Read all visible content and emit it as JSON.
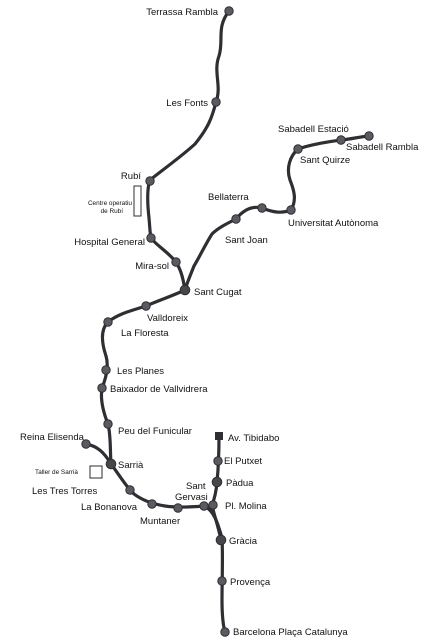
{
  "stations": {
    "terrassa_rambla": "Terrassa Rambla",
    "les_fonts": "Les Fonts",
    "rubi": "Rubí",
    "hospital_general": "Hospital General",
    "mira_sol": "Mira-sol",
    "sabadell_estacio": "Sabadell Estació",
    "sabadell_rambla": "Sabadell Rambla",
    "sant_quirze": "Sant Quirze",
    "bellaterra": "Bellaterra",
    "universitat_autonoma": "Universitat Autònoma",
    "sant_joan": "Sant Joan",
    "sant_cugat": "Sant Cugat",
    "valldoreix": "Valldoreix",
    "la_floresta": "La Floresta",
    "les_planes": "Les Planes",
    "baixador_vallvidrera": "Baixador de Vallvidrera",
    "peu_funicular": "Peu del Funicular",
    "reina_elisenda": "Reina Elisenda",
    "sarria": "Sarrià",
    "les_tres_torres": "Les Tres Torres",
    "la_bonanova": "La Bonanova",
    "muntaner": "Muntaner",
    "sant_gervasi_1": "Sant",
    "sant_gervasi_2": "Gervasi",
    "av_tibidabo": "Av. Tibidabo",
    "el_putxet": "El Putxet",
    "padua": "Pàdua",
    "pl_molina": "Pl. Molina",
    "gracia": "Gràcia",
    "provenca": "Provença",
    "barcelona_pl_catalunya": "Barcelona Plaça Catalunya"
  },
  "depots": {
    "rubi_1": "Centre operatiu",
    "rubi_2": "de Rubí",
    "sarria": "Taller de Sarrià"
  }
}
